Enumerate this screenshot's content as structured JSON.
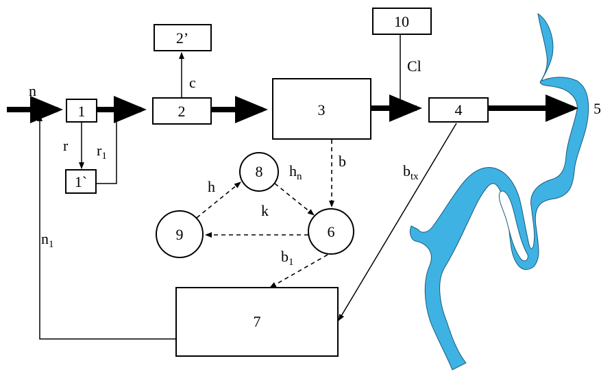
{
  "nodes": {
    "n1": "1",
    "n1p": "1`",
    "n2": "2",
    "n2p": "2’",
    "n3": "3",
    "n4": "4",
    "n5": "5",
    "n6": "6",
    "n7": "7",
    "n8": "8",
    "n9": "9",
    "n10": "10"
  },
  "labels": {
    "n": "n",
    "r": "r",
    "r1": "r",
    "r1_sub": "1",
    "c": "c",
    "cl": "Cl",
    "b": "b",
    "btx": "b",
    "btx_sub": "tx",
    "h": "h",
    "hn": "h",
    "hn_sub": "n",
    "k": "k",
    "b1": "b",
    "b1_sub": "1",
    "n1": "n",
    "n1_sub": "1"
  },
  "colors": {
    "river_fill": "#3fb2e4",
    "river_stroke": "#1a5a7a",
    "line": "#000000"
  }
}
